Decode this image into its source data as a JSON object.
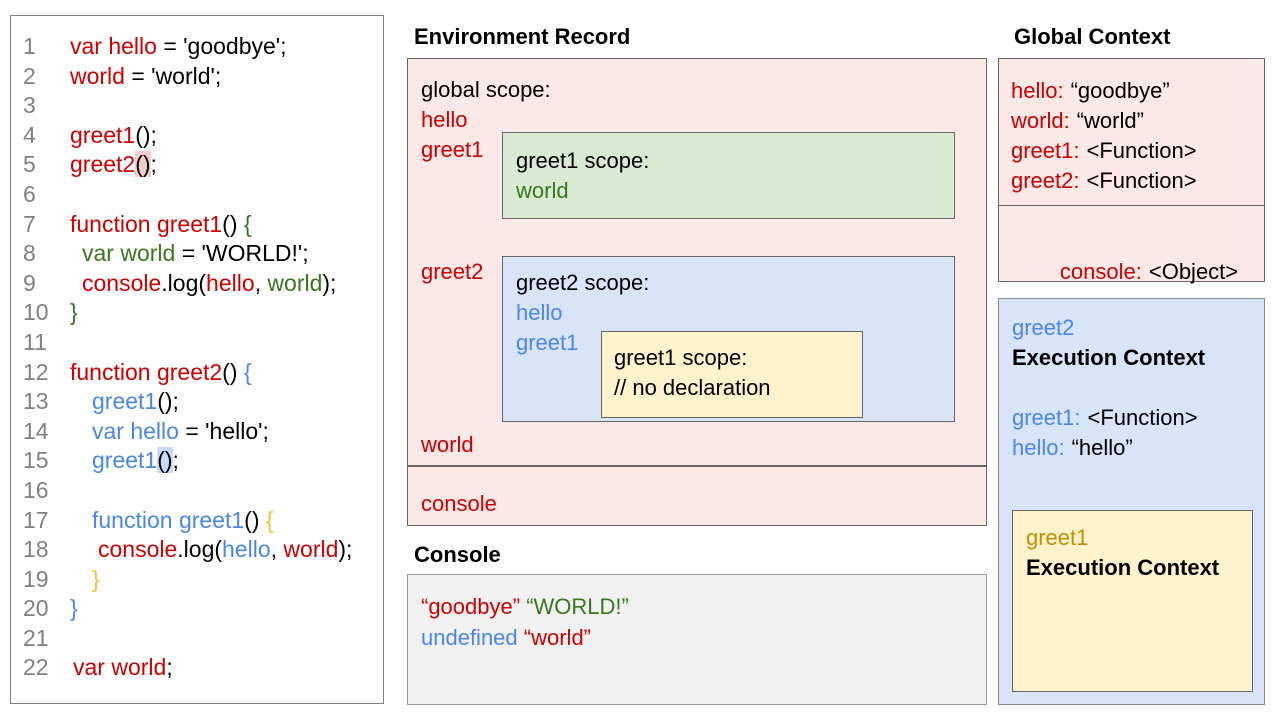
{
  "colors": {
    "red": "#cc0000",
    "green": "#38761d",
    "blue": "#4a86e8",
    "gold": "#bf9000",
    "brace_gold": "#f1c232",
    "black": "#000000",
    "line_number_gray": "#808080",
    "pink_fill": "#fce8e6",
    "green_fill": "#d9ead3",
    "blue_fill": "#d8e4f7",
    "yellow_fill": "#fff2cc",
    "console_fill": "#f1f1f1",
    "hl_pink": "#f4cccc",
    "hl_blue": "#c9daf8"
  },
  "code_panel": {
    "lines": [
      {
        "n": "1",
        "indent": 0,
        "tokens": [
          {
            "t": "var hello",
            "c": "red"
          },
          {
            "t": " = 'goodbye';",
            "c": "black"
          }
        ]
      },
      {
        "n": "2",
        "indent": 0,
        "tokens": [
          {
            "t": "world",
            "c": "red"
          },
          {
            "t": " = 'world';",
            "c": "black"
          }
        ]
      },
      {
        "n": "3",
        "indent": 0,
        "tokens": []
      },
      {
        "n": "4",
        "indent": 0,
        "tokens": [
          {
            "t": "greet1",
            "c": "red"
          },
          {
            "t": "();",
            "c": "black"
          }
        ]
      },
      {
        "n": "5",
        "indent": 0,
        "tokens": [
          {
            "t": "greet2",
            "c": "red"
          },
          {
            "t": "()",
            "c": "black",
            "hl": "hl_pink"
          },
          {
            "t": ";",
            "c": "black"
          }
        ]
      },
      {
        "n": "6",
        "indent": 0,
        "tokens": []
      },
      {
        "n": "7",
        "indent": 0,
        "tokens": [
          {
            "t": "function greet1",
            "c": "red"
          },
          {
            "t": "() ",
            "c": "black"
          },
          {
            "t": "{",
            "c": "green"
          }
        ]
      },
      {
        "n": "8",
        "indent": 12,
        "tokens": [
          {
            "t": "var world",
            "c": "green"
          },
          {
            "t": " = 'WORLD!';",
            "c": "black"
          }
        ]
      },
      {
        "n": "9",
        "indent": 12,
        "tokens": [
          {
            "t": "console",
            "c": "red"
          },
          {
            "t": ".log(",
            "c": "black"
          },
          {
            "t": "hello",
            "c": "red"
          },
          {
            "t": ", ",
            "c": "black"
          },
          {
            "t": "world",
            "c": "green"
          },
          {
            "t": ");",
            "c": "black"
          }
        ]
      },
      {
        "n": "10",
        "indent": 0,
        "tokens": [
          {
            "t": "}",
            "c": "green"
          }
        ]
      },
      {
        "n": "11",
        "indent": 0,
        "tokens": []
      },
      {
        "n": "12",
        "indent": 0,
        "tokens": [
          {
            "t": "function greet2",
            "c": "red"
          },
          {
            "t": "() ",
            "c": "black"
          },
          {
            "t": "{",
            "c": "blue"
          }
        ]
      },
      {
        "n": "13",
        "indent": 22,
        "tokens": [
          {
            "t": "greet1",
            "c": "blue"
          },
          {
            "t": "();",
            "c": "black"
          }
        ]
      },
      {
        "n": "14",
        "indent": 22,
        "tokens": [
          {
            "t": "var hello",
            "c": "blue"
          },
          {
            "t": " = 'hello';",
            "c": "black"
          }
        ]
      },
      {
        "n": "15",
        "indent": 22,
        "tokens": [
          {
            "t": "greet1",
            "c": "blue"
          },
          {
            "t": "()",
            "c": "black",
            "hl": "hl_blue"
          },
          {
            "t": ";",
            "c": "black"
          }
        ]
      },
      {
        "n": "16",
        "indent": 0,
        "tokens": []
      },
      {
        "n": "17",
        "indent": 22,
        "tokens": [
          {
            "t": "function greet1",
            "c": "blue"
          },
          {
            "t": "() ",
            "c": "black"
          },
          {
            "t": "{",
            "c": "brace_gold"
          }
        ]
      },
      {
        "n": "18",
        "indent": 28,
        "tokens": [
          {
            "t": "console",
            "c": "red"
          },
          {
            "t": ".log(",
            "c": "black"
          },
          {
            "t": "hello",
            "c": "blue"
          },
          {
            "t": ", ",
            "c": "black"
          },
          {
            "t": "world",
            "c": "red"
          },
          {
            "t": ");",
            "c": "black"
          }
        ]
      },
      {
        "n": "19",
        "indent": 22,
        "tokens": [
          {
            "t": "}",
            "c": "brace_gold"
          }
        ]
      },
      {
        "n": "20",
        "indent": 0,
        "tokens": [
          {
            "t": "}",
            "c": "blue"
          }
        ]
      },
      {
        "n": "21",
        "indent": 0,
        "tokens": []
      },
      {
        "n": "22",
        "indent": 3,
        "tokens": [
          {
            "t": "var world",
            "c": "red"
          },
          {
            "t": ";",
            "c": "black"
          }
        ]
      }
    ]
  },
  "environment_record": {
    "title": "Environment Record",
    "global_scope_label": "global scope:",
    "hello_label": "hello",
    "greet1_label": "greet1",
    "greet2_label": "greet2",
    "world_label": "world",
    "console_label": "console",
    "greet1_scope": {
      "label": "greet1 scope:",
      "world": "world"
    },
    "greet2_scope": {
      "label": "greet2 scope:",
      "hello": "hello",
      "greet1": "greet1",
      "inner_greet1_scope": {
        "label": "greet1 scope:",
        "comment": "// no declaration"
      }
    }
  },
  "console_panel": {
    "title": "Console",
    "lines": [
      [
        {
          "t": "“goodbye”",
          "c": "red"
        },
        {
          "t": " ",
          "c": "black"
        },
        {
          "t": "“WORLD!”",
          "c": "green"
        }
      ],
      [
        {
          "t": "undefined",
          "c": "blue"
        },
        {
          "t": " ",
          "c": "black"
        },
        {
          "t": "“world”",
          "c": "red"
        }
      ]
    ]
  },
  "global_context": {
    "title": "Global Context",
    "entries": [
      {
        "name": "hello:",
        "value": "“goodbye”"
      },
      {
        "name": "world:",
        "value": "“world”"
      },
      {
        "name": "greet1:",
        "value": "<Function>"
      },
      {
        "name": "greet2:",
        "value": "<Function>"
      }
    ],
    "console_entry": {
      "name": "console:",
      "value": "<Object>"
    }
  },
  "greet2_execution_context": {
    "name": "greet2",
    "title": "Execution Context",
    "entries": [
      {
        "name": "greet1:",
        "value": "<Function>"
      },
      {
        "name": "hello:",
        "value": "“hello”"
      }
    ],
    "greet1_execution_context": {
      "name": "greet1",
      "title": "Execution Context"
    }
  }
}
